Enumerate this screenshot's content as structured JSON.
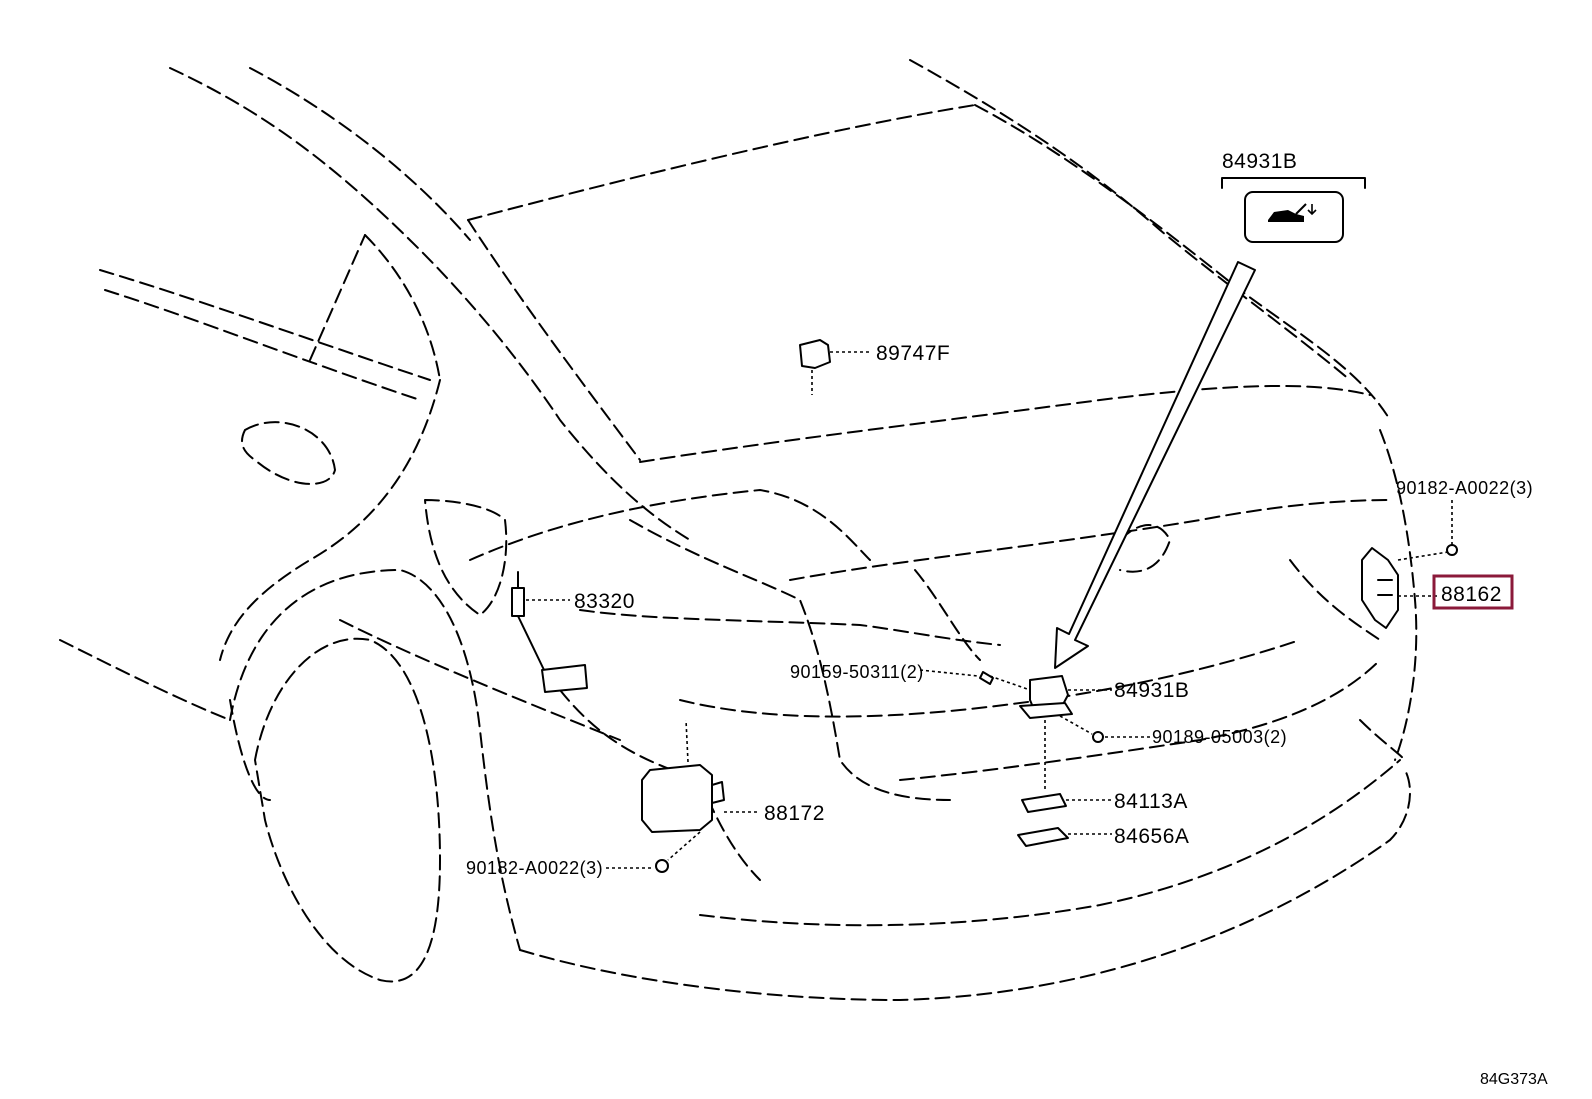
{
  "highlight_color": "#8b1a3a",
  "callouts": {
    "p84931b_top": "84931B",
    "p89747f": "89747F",
    "p83320": "83320",
    "p90182_right": "90182-A0022(3)",
    "p88162": "88162",
    "p90159": "90159-50311(2)",
    "p84931b": "84931B",
    "p90189": "90189-05003(2)",
    "p88172": "88172",
    "p84113a": "84113A",
    "p84656a": "84656A",
    "p90182_left": "90182-A0022(3)"
  },
  "diagram_ref": "84G373A",
  "icons": {
    "trunk_switch_icon": "car-trunk-open-icon"
  }
}
